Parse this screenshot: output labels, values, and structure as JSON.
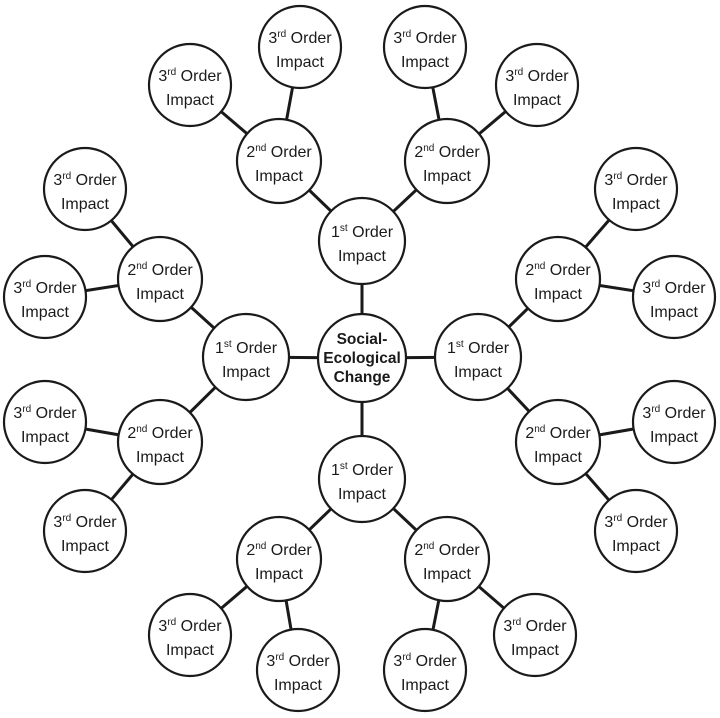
{
  "center": {
    "lines": [
      "Social-",
      "Ecological",
      "Change"
    ]
  },
  "first_order": {
    "num": "1",
    "suffix": "st",
    "word": "Order",
    "line2": "Impact"
  },
  "second_order": {
    "num": "2",
    "suffix": "nd",
    "word": "Order",
    "line2": "Impact"
  },
  "third_order": {
    "num": "3",
    "suffix": "rd",
    "word": "Order",
    "line2": "Impact"
  }
}
